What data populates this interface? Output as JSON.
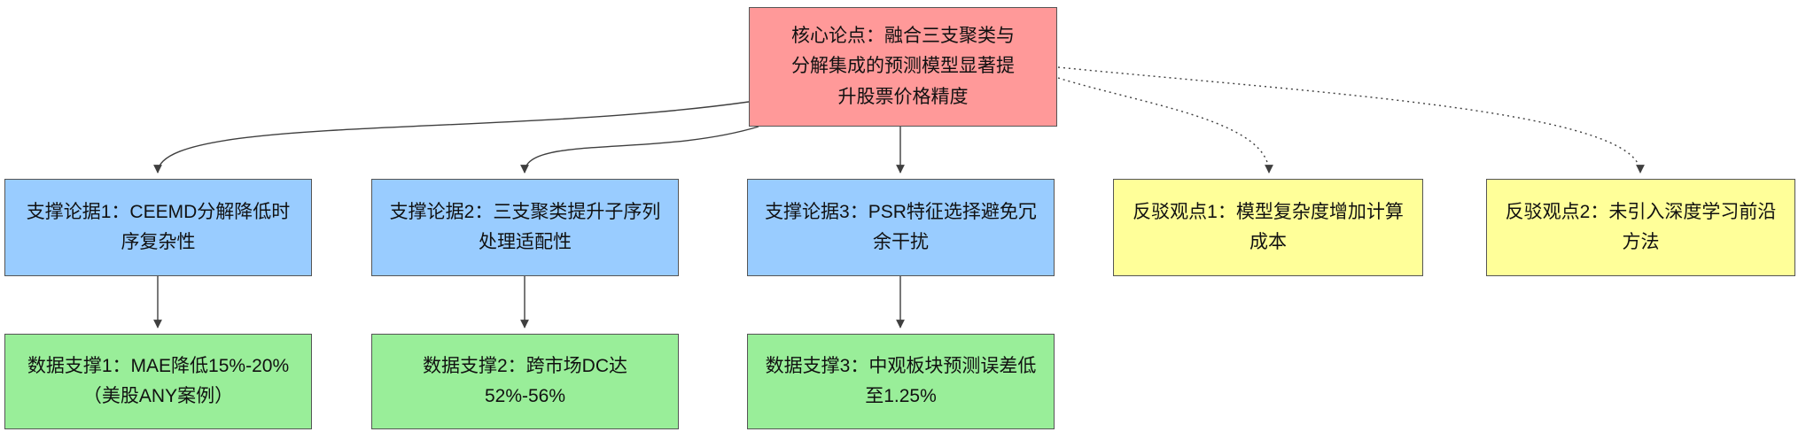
{
  "diagram": {
    "type": "argument-flowchart",
    "colors": {
      "background": "#ffffff",
      "edge": "#3f3f3f",
      "node_border": "#555555",
      "text": "#111111",
      "root_fill": "#ff9999",
      "support_fill": "#99ccff",
      "counter_fill": "#ffff99",
      "data_fill": "#99ee99"
    },
    "nodes": {
      "root": {
        "label": "核心论点：融合三支聚类与分解集成的预测模型显著提升股票价格精度",
        "fill": "#ff9999"
      },
      "support1": {
        "label": "支撑论据1：CEEMD分解降低时序复杂性",
        "fill": "#99ccff"
      },
      "support2": {
        "label": "支撑论据2：三支聚类提升子序列处理适配性",
        "fill": "#99ccff"
      },
      "support3": {
        "label": "支撑论据3：PSR特征选择避免冗余干扰",
        "fill": "#99ccff"
      },
      "counter1": {
        "label": "反驳观点1：模型复杂度增加计算成本",
        "fill": "#ffff99"
      },
      "counter2": {
        "label": "反驳观点2：未引入深度学习前沿方法",
        "fill": "#ffff99"
      },
      "data1": {
        "label": "数据支撑1：MAE降低15%-20%（美股ANY案例）",
        "fill": "#99ee99"
      },
      "data2": {
        "label": "数据支撑2：跨市场DC达52%-56%",
        "fill": "#99ee99"
      },
      "data3": {
        "label": "数据支撑3：中观板块预测误差低至1.25%",
        "fill": "#99ee99"
      }
    },
    "edges": [
      {
        "from": "root",
        "to": "support1",
        "style": "solid"
      },
      {
        "from": "root",
        "to": "support2",
        "style": "solid"
      },
      {
        "from": "root",
        "to": "support3",
        "style": "solid"
      },
      {
        "from": "root",
        "to": "counter1",
        "style": "dotted"
      },
      {
        "from": "root",
        "to": "counter2",
        "style": "dotted"
      },
      {
        "from": "support1",
        "to": "data1",
        "style": "solid"
      },
      {
        "from": "support2",
        "to": "data2",
        "style": "solid"
      },
      {
        "from": "support3",
        "to": "data3",
        "style": "solid"
      }
    ]
  }
}
